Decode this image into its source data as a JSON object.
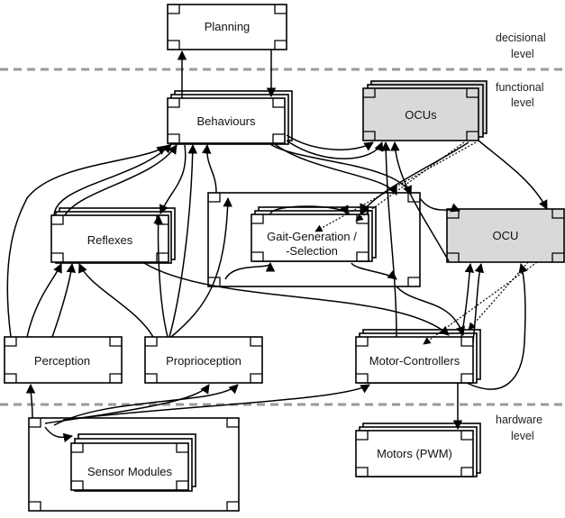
{
  "levels": {
    "decisional": [
      "decisional",
      "level"
    ],
    "functional": [
      "functional",
      "level"
    ],
    "hardware": [
      "hardware",
      "level"
    ]
  },
  "modules": {
    "planning": "Planning",
    "behaviours": "Behaviours",
    "ocus": "OCUs",
    "ocu": "OCU",
    "reflexes": "Reflexes",
    "gait": [
      "Gait-Generation /",
      "-Selection"
    ],
    "perception": "Perception",
    "proprioception": "Proprioception",
    "motor_controllers": "Motor-Controllers",
    "motors": "Motors (PWM)",
    "sensor_modules": "Sensor Modules"
  }
}
